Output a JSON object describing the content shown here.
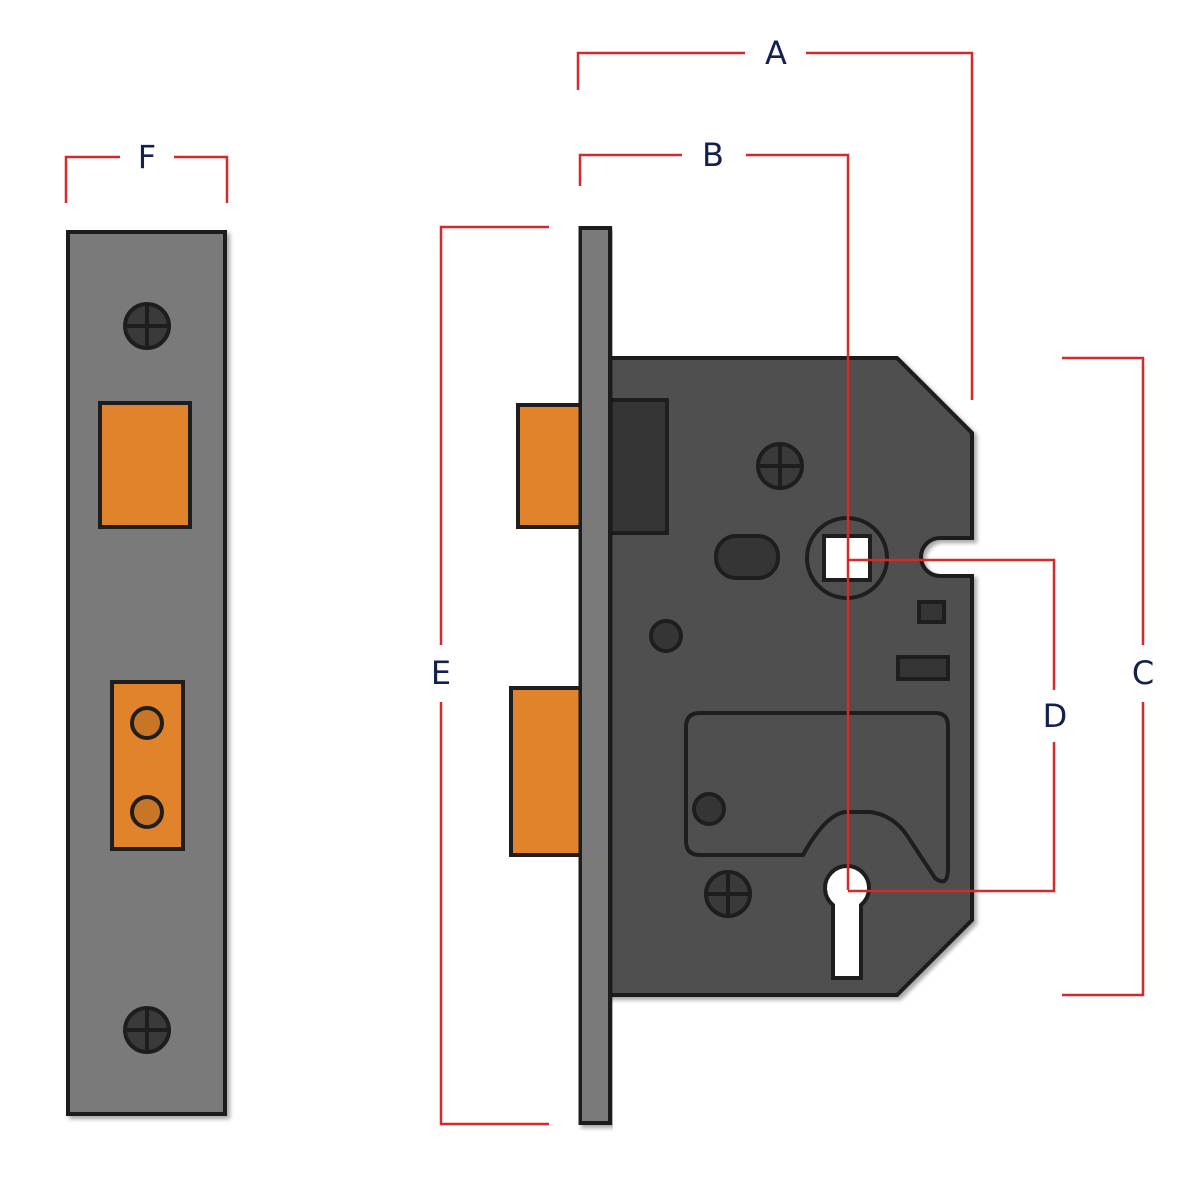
{
  "diagram": {
    "labels": {
      "A": "A",
      "B": "B",
      "C": "C",
      "D": "D",
      "E": "E",
      "F": "F"
    },
    "colors": {
      "dimension_line": "#d42a2a",
      "label_text": "#14214f",
      "outline": "#1e1e1e",
      "case_body": "#505050",
      "forend": "#7a7a7a",
      "faceplate": "#7a7a7a",
      "brass": "#e0832a",
      "keyhole": "#ffffff"
    },
    "components": {
      "faceplate": "faceplate",
      "lock_case": "lock-case",
      "latch_bolt": "latch-bolt",
      "dead_bolt": "dead-bolt",
      "follower": "follower",
      "keyhole": "keyhole"
    }
  }
}
